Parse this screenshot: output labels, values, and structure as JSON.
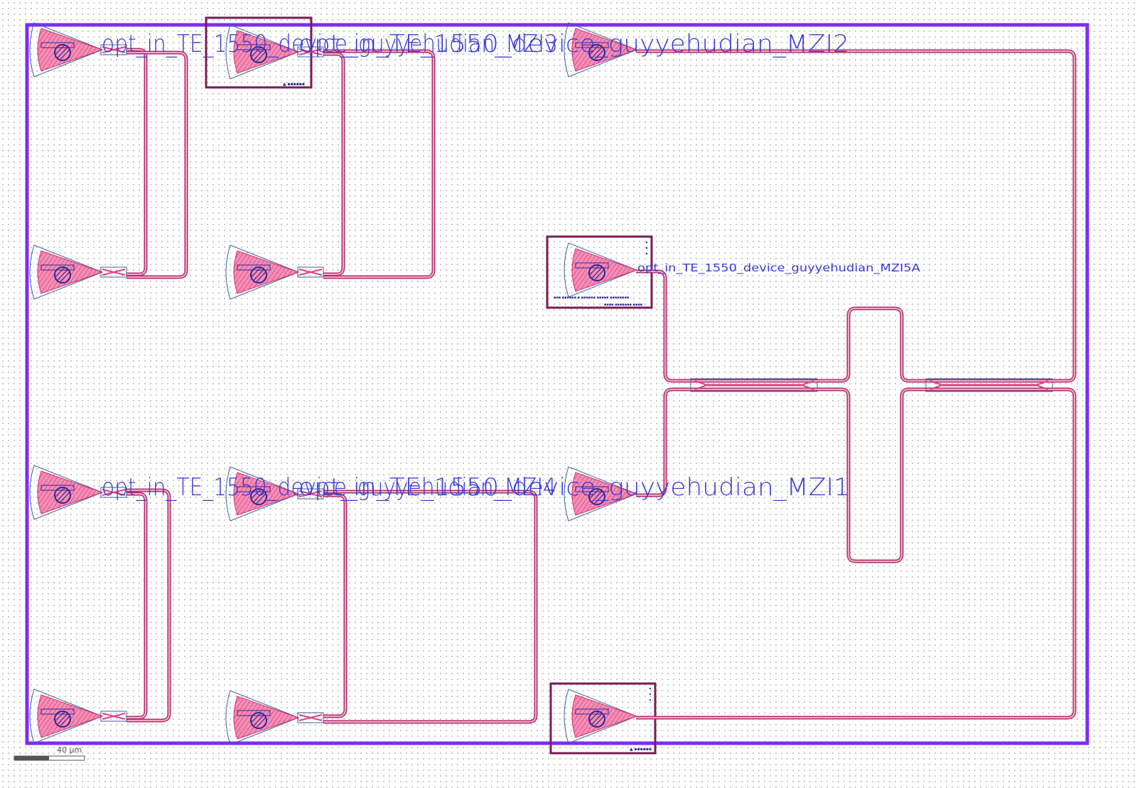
{
  "labels": {
    "mzi3": "opt_in_TE_1550_device_guyyehudian_MZI3",
    "mzi2": "opt_in_TE_1550_device_guyyehudian_MZI2",
    "mzi4": "opt_in_TE_1550_device_guyyehudian_MZI4",
    "mzi1": "opt_in_TE_1550_device_guyyehudian_MZI1",
    "mzi5a": "opt_in_TE_1550_device_guyyehudian_MZI5A"
  },
  "scale_bar": {
    "label": "40 µm"
  },
  "colors": {
    "chip_border": "#7d2ef2",
    "waveguide": "#b0306e",
    "grating_fill": "#f07aa8",
    "label_text": "#3b3bd6",
    "grid_dot": "#b9b9b9"
  }
}
